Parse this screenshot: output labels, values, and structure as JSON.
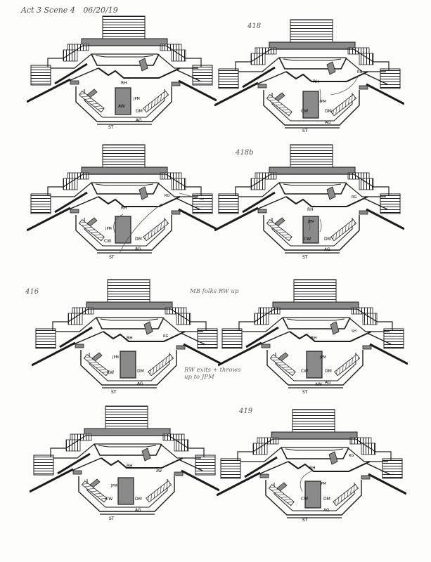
{
  "header": {
    "act_scene": "Act 3 Scene 4",
    "date": "06/20/19"
  },
  "cue_numbers": {
    "cue_418": "418",
    "cue_418b": "418b",
    "cue_416": "416",
    "cue_419": "419"
  },
  "notes": {
    "moves_note": "MB folks RW up",
    "exits_note": "RW exits + throws up to JPM"
  },
  "labels": {
    "rh": "RH",
    "aw": "AW",
    "cw": "CW",
    "dm": "DM",
    "ag": "AG",
    "jpm": "JPM",
    "st": "ST",
    "sh": "SH",
    "rg": "RG"
  },
  "colors": {
    "ink": "#1c1c1c",
    "gray": "#8a8a8a",
    "note": "#666666"
  }
}
